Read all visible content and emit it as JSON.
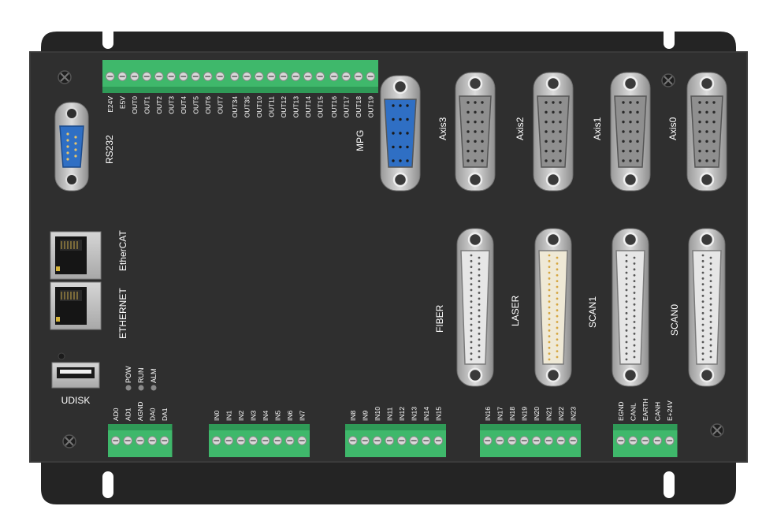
{
  "colors": {
    "chassis": "#2f2f2f",
    "flange": "#242424",
    "terminal_green": "#3fb86b",
    "screw_slot": "#2e7d4a",
    "dsub_shell": "#b8b8b8",
    "dsub_blue": "#2f6fc4",
    "label": "#ffffff"
  },
  "labels": {
    "rs232": "RS232",
    "ethercat": "EtherCAT",
    "ethernet": "ETHERNET",
    "udisk": "UDISK",
    "mpg": "MPG",
    "leds": [
      "POW",
      "RUN",
      "ALM"
    ],
    "axis_ports": [
      "Axis3",
      "Axis2",
      "Axis1",
      "Axis0"
    ],
    "bottom_ports": [
      "FIBER",
      "LASER",
      "SCAN1",
      "SCAN0"
    ]
  },
  "terminals": {
    "top_a": [
      "E24V",
      "E5V",
      "OUT0",
      "OUT1",
      "OUT2",
      "OUT3",
      "OUT4",
      "OUT5",
      "OUT6",
      "OUT7"
    ],
    "top_b": [
      "OUT34",
      "OUT35",
      "OUT10",
      "OUT11",
      "OUT12",
      "OUT13",
      "OUT14",
      "OUT15"
    ],
    "top_c": [
      "OUT16",
      "OUT17",
      "OUT18",
      "OUT19"
    ],
    "bottom_a": [
      "AD0",
      "AD1",
      "AGND",
      "DA0",
      "DA1"
    ],
    "bottom_b": [
      "IN0",
      "IN1",
      "IN2",
      "IN3",
      "IN4",
      "IN5",
      "IN6",
      "IN7"
    ],
    "bottom_c": [
      "IN8",
      "IN9",
      "IN10",
      "IN11",
      "IN12",
      "IN13",
      "IN14",
      "IN15"
    ],
    "bottom_d": [
      "IN16",
      "IN17",
      "IN18",
      "IN19",
      "IN20",
      "IN21",
      "IN22",
      "IN23"
    ],
    "bottom_e": [
      "EGND",
      "CANL",
      "EARTH",
      "CANH",
      "E+24V"
    ]
  }
}
